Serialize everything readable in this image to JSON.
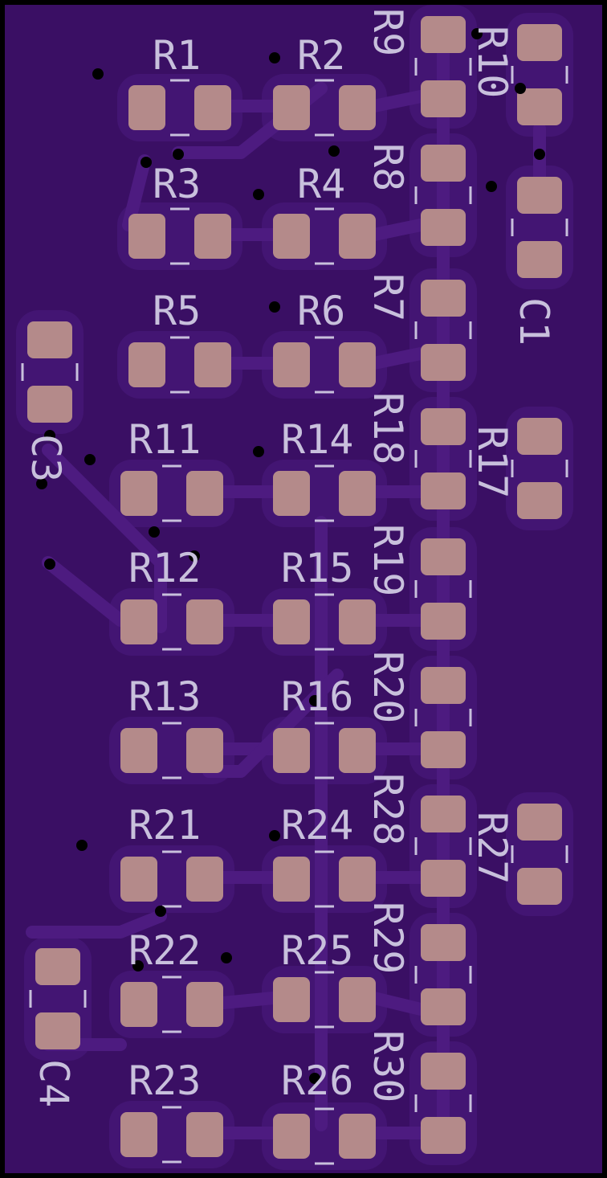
{
  "colors": {
    "board": "#3a0f64",
    "pour": "#431573",
    "trace": "#4d1b80",
    "pad": "#b48a8a",
    "silkscreen": "#c8c0dc",
    "via": "#000000",
    "outline": "#000000"
  },
  "components": {
    "R1": "R1",
    "R2": "R2",
    "R3": "R3",
    "R4": "R4",
    "R5": "R5",
    "R6": "R6",
    "R7": "R7",
    "R8": "R8",
    "R9": "R9",
    "R10": "R10",
    "R11": "R11",
    "R12": "R12",
    "R13": "R13",
    "R14": "R14",
    "R15": "R15",
    "R16": "R16",
    "R17": "R17",
    "R18": "R18",
    "R19": "R19",
    "R20": "R20",
    "R21": "R21",
    "R22": "R22",
    "R23": "R23",
    "R24": "R24",
    "R25": "R25",
    "R26": "R26",
    "R27": "R27",
    "R28": "R28",
    "R29": "R29",
    "R30": "R30",
    "C1": "C1",
    "C3": "C3",
    "C4": "C4"
  }
}
